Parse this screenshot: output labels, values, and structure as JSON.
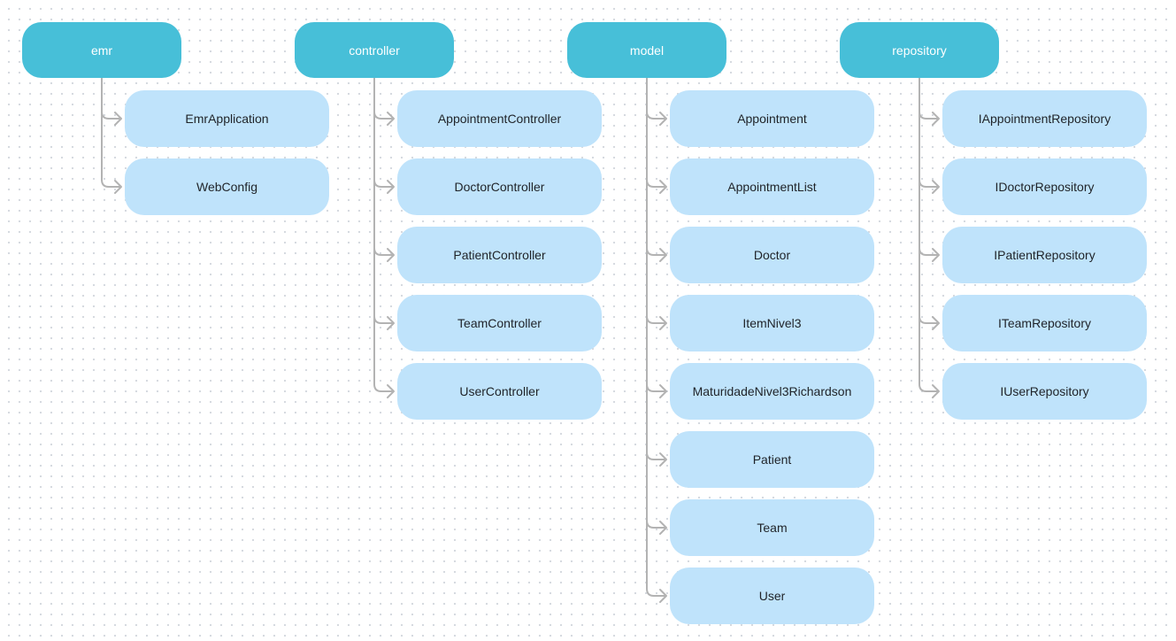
{
  "diagram": {
    "packages": [
      {
        "label": "emr",
        "classes": [
          "EmrApplication",
          "WebConfig"
        ]
      },
      {
        "label": "controller",
        "classes": [
          "AppointmentController",
          "DoctorController",
          "PatientController",
          "TeamController",
          "UserController"
        ]
      },
      {
        "label": "model",
        "classes": [
          "Appointment",
          "AppointmentList",
          "Doctor",
          "ItemNivel3",
          "MaturidadeNivel3Richardson",
          "Patient",
          "Team",
          "User"
        ]
      },
      {
        "label": "repository",
        "classes": [
          "IAppointmentRepository",
          "IDoctorRepository",
          "IPatientRepository",
          "ITeamRepository",
          "IUserRepository"
        ]
      }
    ]
  },
  "colors": {
    "package_fill": "#47bfd8",
    "package_text": "#ffffff",
    "class_fill": "#bfe3fb",
    "class_text": "#1f2328",
    "connector": "#b3b3b3",
    "background_dots": "#d4d8de"
  }
}
